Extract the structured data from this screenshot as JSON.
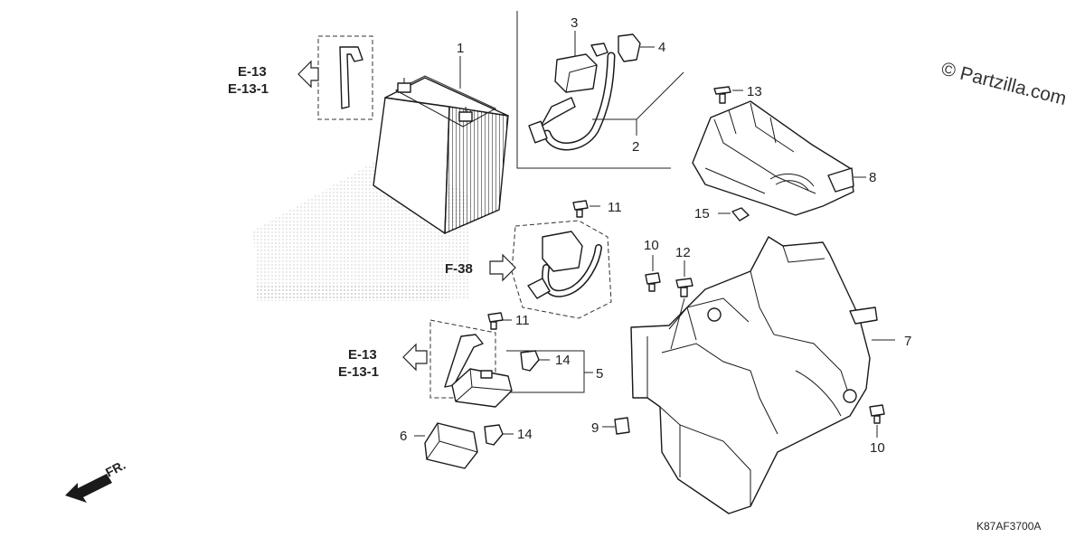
{
  "watermark": "© Partzilla.com",
  "diagram_code": "K87AF3700A",
  "front_label": "FR.",
  "references": {
    "battery_top_line1": "E-13",
    "battery_top_line2": "E-13-1",
    "harness": "F-38",
    "relay_line1": "E-13",
    "relay_line2": "E-13-1"
  },
  "callouts": {
    "c1": "1",
    "c2": "2",
    "c3": "3",
    "c4": "4",
    "c5": "5",
    "c6": "6",
    "c7": "7",
    "c8": "8",
    "c9": "9",
    "c10a": "10",
    "c10b": "10",
    "c11a": "11",
    "c11b": "11",
    "c12": "12",
    "c13": "13",
    "c14a": "14",
    "c14b": "14",
    "c15": "15"
  }
}
